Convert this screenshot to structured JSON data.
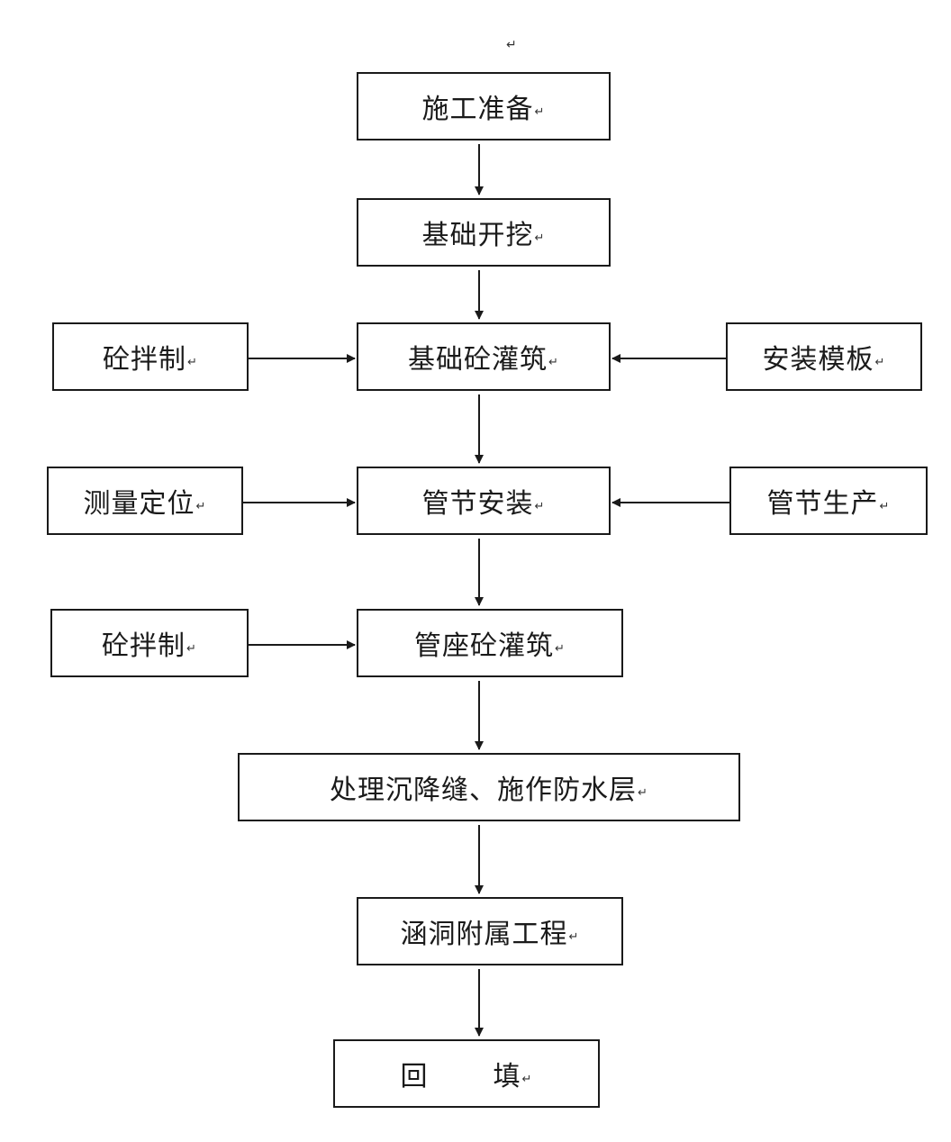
{
  "diagram": {
    "return_mark": "↵",
    "steps": {
      "prep": "施工准备",
      "excavate": "基础开挖",
      "found_pour": "基础砼灌筑",
      "pipe_install": "管节安装",
      "seat_pour": "管座砼灌筑",
      "joint_waterproof": "处理沉降缝、施作防水层",
      "ancillary": "涵洞附属工程",
      "backfill_a": "回",
      "backfill_b": "填"
    },
    "inputs": {
      "mix_1": "砼拌制",
      "formwork": "安装模板",
      "survey": "测量定位",
      "pipe_production": "管节生产",
      "mix_2": "砼拌制"
    }
  }
}
